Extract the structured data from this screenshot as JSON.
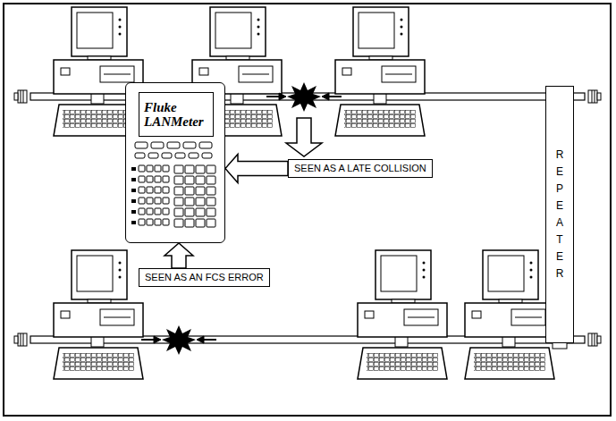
{
  "diagram": {
    "nodes": [
      {
        "text": [
          "REPEATER"
        ]
      },
      {
        "text": [
          "SEEN AS A LATE COLLISION"
        ]
      },
      {
        "text": [
          "SEEN AS AN FCS ERROR"
        ]
      },
      {
        "text": [
          "Fluke LANMeter"
        ]
      }
    ],
    "edges": [
      {
        "from": 1,
        "to": 3,
        "arrow": "to"
      },
      {
        "from": 2,
        "to": 3,
        "arrow": "to"
      }
    ]
  }
}
